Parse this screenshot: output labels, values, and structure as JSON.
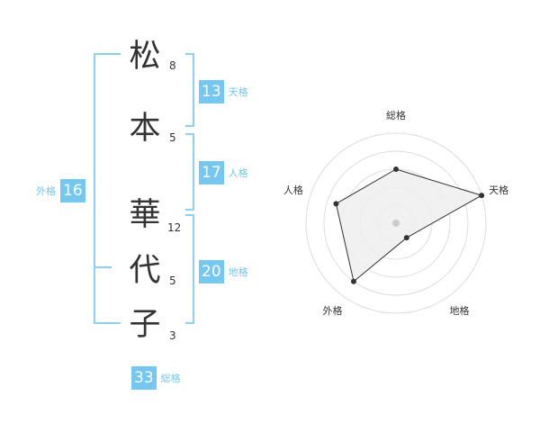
{
  "name": {
    "characters": [
      {
        "char": "松",
        "strokes": "8"
      },
      {
        "char": "本",
        "strokes": "5"
      },
      {
        "char": "華",
        "strokes": "12"
      },
      {
        "char": "代",
        "strokes": "5"
      },
      {
        "char": "子",
        "strokes": "3"
      }
    ]
  },
  "fortune": {
    "tenkaku": {
      "value": "13",
      "label": "天格"
    },
    "jinkaku": {
      "value": "17",
      "label": "人格"
    },
    "chikaku": {
      "value": "20",
      "label": "地格"
    },
    "gaikaku": {
      "value": "16",
      "label": "外格"
    },
    "soukaku": {
      "value": "33",
      "label": "総格"
    }
  },
  "colors": {
    "accent": "#73c7f0",
    "bracket": "#8fd0f0"
  },
  "chart_data": {
    "type": "radar",
    "axes": [
      "総格",
      "天格",
      "地格",
      "外格",
      "人格"
    ],
    "values": [
      3,
      5,
      1,
      4,
      3.5
    ],
    "max": 5
  }
}
